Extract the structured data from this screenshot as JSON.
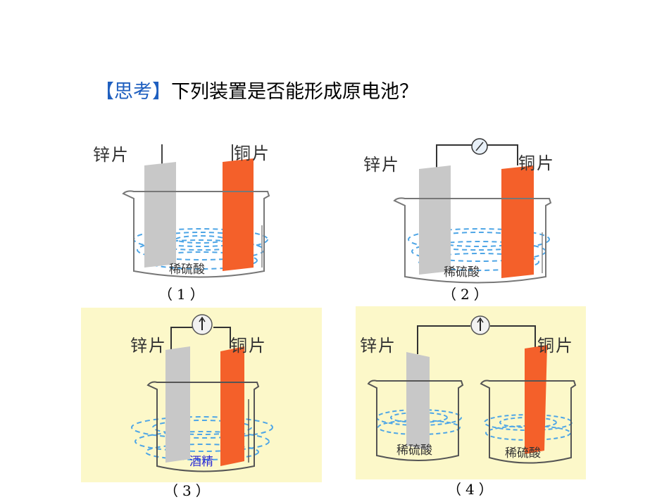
{
  "title": {
    "tag": "【思考】",
    "question": "下列装置是否能形成原电池？"
  },
  "panels": [
    {
      "zinc": "锌片",
      "copper": "铜片",
      "solution": "稀硫酸",
      "caption": "（1）"
    },
    {
      "zinc": "锌片",
      "copper": "铜片",
      "solution": "稀硫酸",
      "caption": "（2）"
    },
    {
      "zinc": "锌片",
      "copper": "铜片",
      "solution": "酒精",
      "caption": "（3）"
    },
    {
      "zinc": "锌片",
      "copper": "铜片",
      "solution_left": "稀硫酸",
      "solution_right": "稀硫酸",
      "caption": "（4）"
    }
  ],
  "colors": {
    "zinc": "#c8c8c8",
    "copper": "#f4602a",
    "liquid": "#4fa6e6",
    "panel_bg": "#fcf8c9",
    "title_tag": "#1f5fbf",
    "alcohol_text": "#2b2bd6"
  }
}
